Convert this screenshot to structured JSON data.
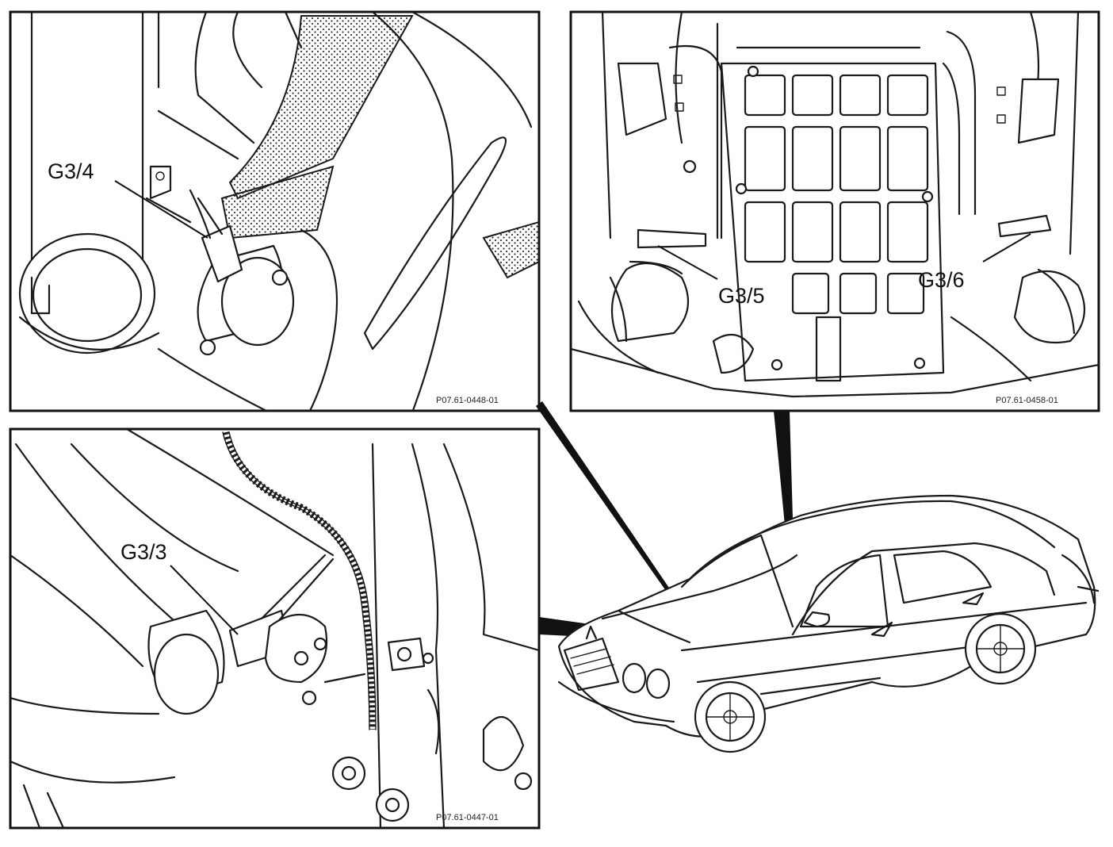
{
  "panels": {
    "top_left": {
      "callout": "G3/4",
      "figure_code": "P07.61-0448-01"
    },
    "top_right": {
      "callout_left": "G3/5",
      "callout_right": "G3/6",
      "figure_code": "P07.61-0458-01"
    },
    "bottom_left": {
      "callout": "G3/3",
      "figure_code": "P07.61-0447-01"
    }
  },
  "colors": {
    "line": "#1a1a1a",
    "background": "#ffffff"
  }
}
